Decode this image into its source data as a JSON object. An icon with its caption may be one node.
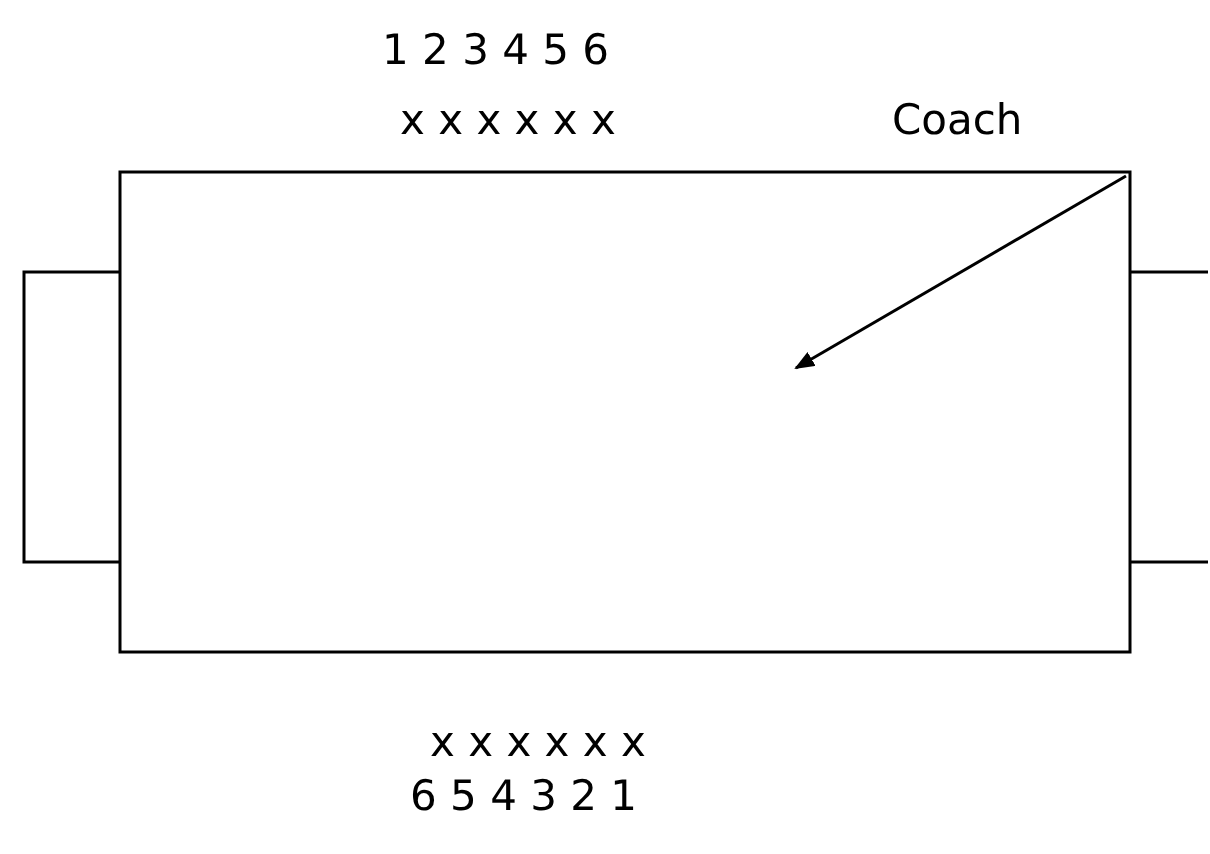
{
  "diagram": {
    "labels": [
      "1 2 3 4 5 6",
      "x x x x x x",
      "Coach",
      "x x x x x x",
      "6 5 4 3 2 1"
    ]
  }
}
